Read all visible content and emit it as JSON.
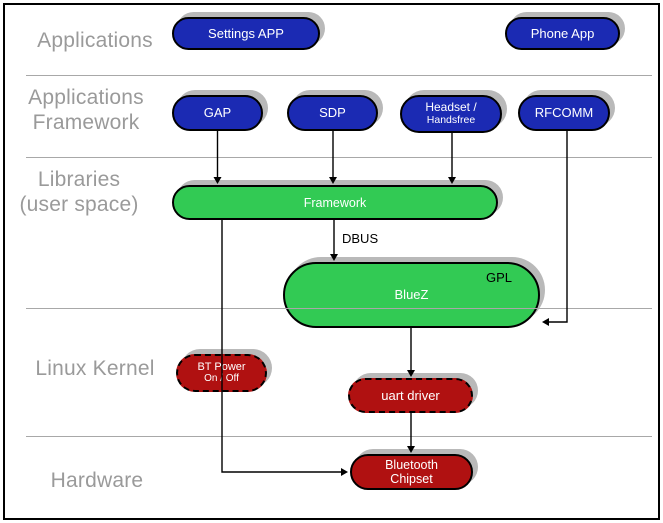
{
  "layers": [
    {
      "id": "applications",
      "lines": [
        "Applications"
      ]
    },
    {
      "id": "applications-framework",
      "lines": [
        "Applications",
        "Framework"
      ]
    },
    {
      "id": "libraries-user-space",
      "lines": [
        "Libraries",
        "(user space)"
      ]
    },
    {
      "id": "linux-kernel",
      "lines": [
        "Linux Kernel"
      ]
    },
    {
      "id": "hardware",
      "lines": [
        "Hardware"
      ]
    }
  ],
  "nodes": {
    "settings_app": {
      "label": "Settings APP",
      "layer": "Applications"
    },
    "phone_app": {
      "label": "Phone App",
      "layer": "Applications"
    },
    "gap": {
      "label": "GAP",
      "layer": "Applications Framework"
    },
    "sdp": {
      "label": "SDP",
      "layer": "Applications Framework"
    },
    "headset_handsfree": {
      "line1": "Headset /",
      "line2": "Handsfree",
      "layer": "Applications Framework"
    },
    "rfcomm": {
      "label": "RFCOMM",
      "layer": "Applications Framework"
    },
    "framework": {
      "label": "Framework",
      "layer": "Libraries (user space)"
    },
    "bluez": {
      "label": "BlueZ",
      "badge": "GPL",
      "layer": "Libraries (user space)"
    },
    "bt_power": {
      "line1": "BT Power",
      "line2": "On / Off",
      "layer": "Linux Kernel"
    },
    "uart_driver": {
      "label": "uart driver",
      "layer": "Linux Kernel"
    },
    "bluetooth_chipset": {
      "line1": "Bluetooth",
      "line2": "Chipset",
      "layer": "Hardware"
    }
  },
  "annotations": {
    "dbus_label": "DBUS",
    "gpl_label": "GPL"
  },
  "edges": [
    {
      "from": "GAP",
      "to": "Framework"
    },
    {
      "from": "SDP",
      "to": "Framework"
    },
    {
      "from": "Headset / Handsfree",
      "to": "Framework"
    },
    {
      "from": "RFCOMM",
      "to": "BlueZ"
    },
    {
      "from": "Framework",
      "to": "BlueZ",
      "label": "DBUS"
    },
    {
      "from": "BlueZ",
      "to": "uart driver"
    },
    {
      "from": "uart driver",
      "to": "Bluetooth Chipset"
    },
    {
      "from": "Framework",
      "to": "Bluetooth Chipset",
      "via": "BT Power On / Off"
    }
  ],
  "colors": {
    "application_blue": "#1b2ab3",
    "library_green": "#32ca54",
    "kernel_red": "#b01111",
    "layer_label_gray": "#9a9a9a",
    "separator_gray": "#a8a8a8",
    "shadow_gray": "#b9b9b9",
    "connector_black": "#000000"
  }
}
